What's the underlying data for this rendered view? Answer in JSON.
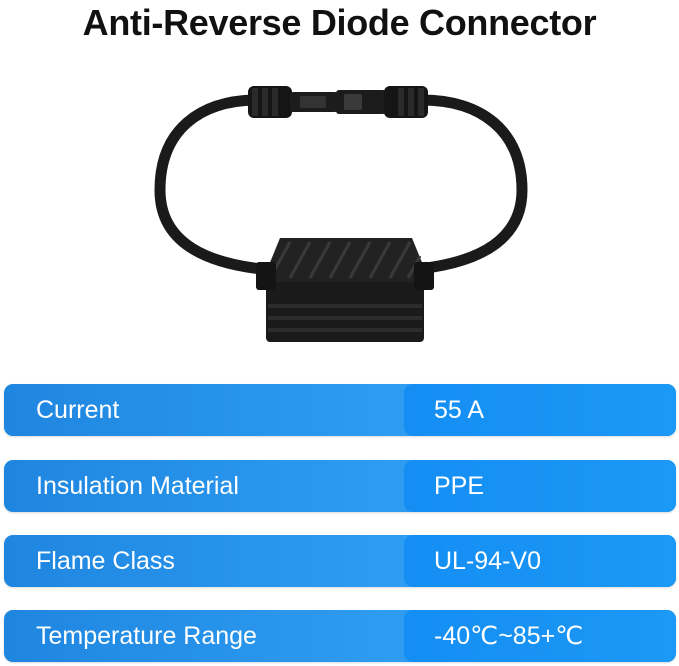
{
  "title": "Anti-Reverse Diode Connector",
  "product_image": {
    "icon": "diode-connector-icon"
  },
  "specs": [
    {
      "label": "Current",
      "value": "55 A"
    },
    {
      "label": "Insulation Material",
      "value": "PPE"
    },
    {
      "label": "Flame Class",
      "value": "UL-94-V0"
    },
    {
      "label": "Temperature Range",
      "value": "-40℃~85+℃"
    }
  ],
  "colors": {
    "row_gradient_start": "#1f86e0",
    "row_gradient_end": "#38a8f6",
    "value_cell": "#148ef3",
    "text": "#ffffff",
    "title": "#111111"
  }
}
